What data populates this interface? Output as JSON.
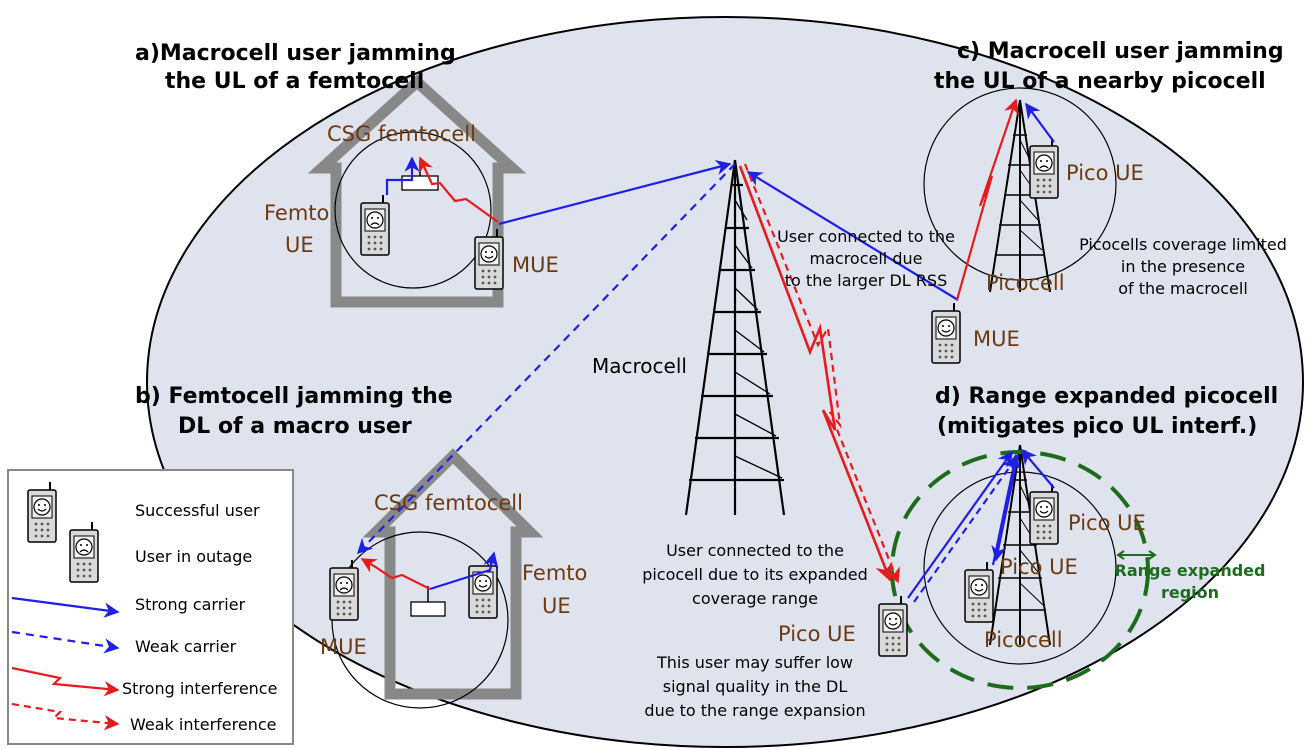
{
  "titles": {
    "a_line1": "a)Macrocell user jamming",
    "a_line2": "the UL of a femtocell",
    "b_line1": "b) Femtocell jamming the",
    "b_line2": "DL of a macro user",
    "c_line1": "c) Macrocell user jamming",
    "c_line2": "the UL of a nearby picocell",
    "d_line1": "d) Range expanded picocell",
    "d_line2": "(mitigates pico UL interf.)"
  },
  "labels": {
    "csg_top": "CSG femtocell",
    "csg_bottom": "CSG femtocell",
    "femto_ue_a_1": "Femto",
    "femto_ue_a_2": "UE",
    "mue_a": "MUE",
    "femto_ue_b_1": "Femto",
    "femto_ue_b_2": "UE",
    "mue_b": "MUE",
    "macrocell": "Macrocell",
    "pico_ue_c": "Pico UE",
    "picocell_c": "Picocell",
    "mue_c": "MUE",
    "pico_ue_d1": "Pico UE",
    "pico_ue_d2": "Pico UE",
    "picocell_d": "Picocell",
    "pico_ue_edge": "Pico UE"
  },
  "notes": {
    "macro_conn": [
      "User connected to the",
      "macrocell due",
      "to the larger DL RSS"
    ],
    "pico_cov": [
      "Picocells coverage limited",
      "in the presence",
      "of the macrocell"
    ],
    "pico_conn": [
      "User connected to the",
      "picocell due to its expanded",
      "coverage range"
    ],
    "low_quality": [
      "This user may suffer low",
      "signal quality in the DL",
      "due to the range expansion"
    ],
    "range_region": [
      "Range expanded",
      "region"
    ]
  },
  "legend": {
    "items": [
      "Successful user",
      "User in outage",
      "Strong carrier",
      "Weak carrier",
      "Strong interference",
      "Weak interference"
    ]
  },
  "colors": {
    "carrier": "#1f1fe6",
    "interference": "#e61c1c",
    "label_brown": "#6b3a10",
    "range_green": "#1d6b1d",
    "ellipse_fill": "#dfe3ee"
  }
}
